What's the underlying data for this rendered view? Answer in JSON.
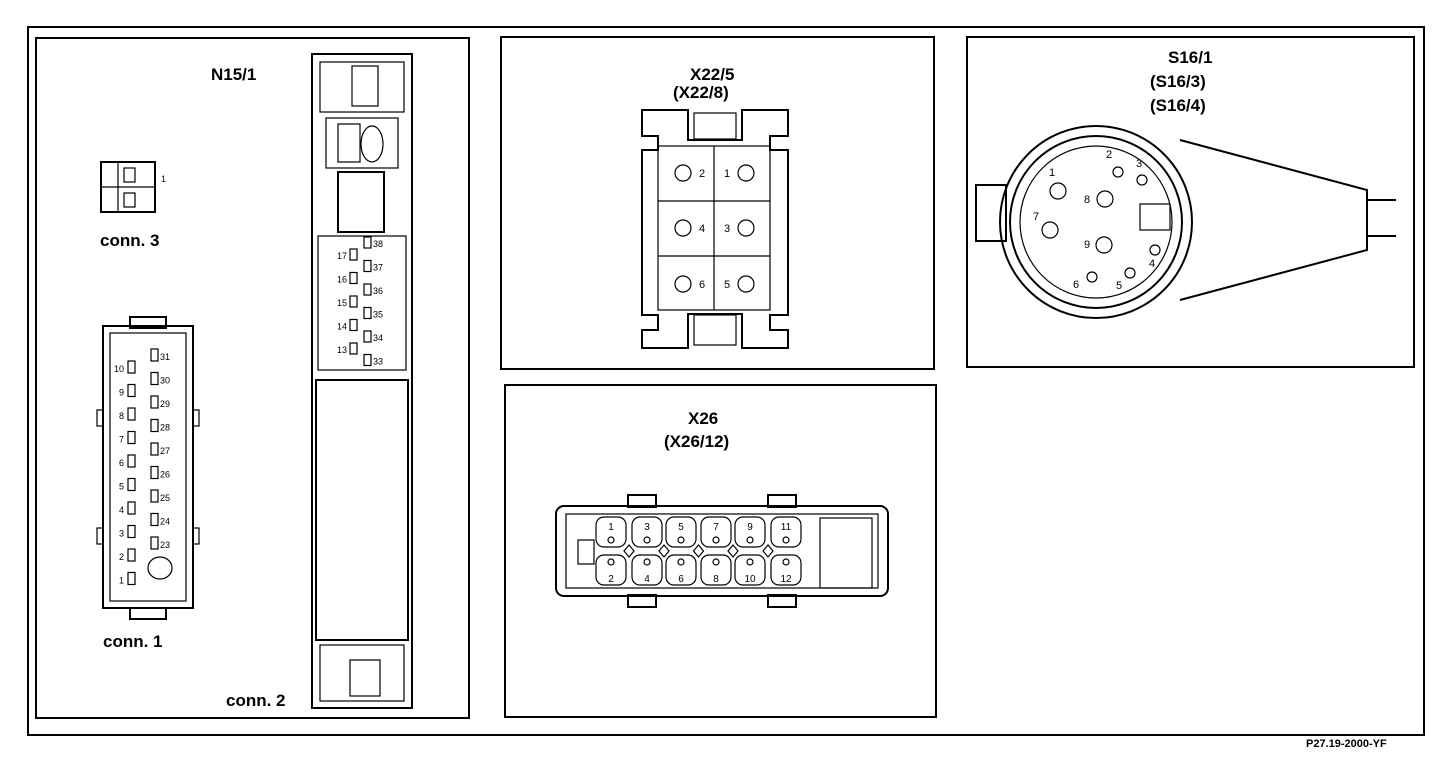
{
  "panels": {
    "n15": {
      "title": "N15/1",
      "conn1": "conn. 1",
      "conn2": "conn. 2",
      "conn3": "conn. 3",
      "conn1_left_pins": [
        "10",
        "9",
        "8",
        "7",
        "6",
        "5",
        "4",
        "3",
        "2",
        "1"
      ],
      "conn1_right_pins": [
        "31",
        "30",
        "29",
        "28",
        "27",
        "26",
        "25",
        "24",
        "23"
      ],
      "conn2_left_pins": [
        "17",
        "16",
        "15",
        "14",
        "13"
      ],
      "conn2_right_pins": [
        "38",
        "37",
        "36",
        "35",
        "34",
        "33"
      ],
      "conn3_pin": "1"
    },
    "x22": {
      "title": "X22/5",
      "subtitle": "(X22/8)",
      "pins": [
        "2",
        "1",
        "4",
        "3",
        "6",
        "5"
      ]
    },
    "s16": {
      "title": "S16/1",
      "subtitle1": "(S16/3)",
      "subtitle2": "(S16/4)",
      "pins": [
        "1",
        "2",
        "3",
        "4",
        "5",
        "6",
        "7",
        "8",
        "9"
      ]
    },
    "x26": {
      "title": "X26",
      "subtitle": "(X26/12)",
      "top_pins": [
        "1",
        "3",
        "5",
        "7",
        "9",
        "11"
      ],
      "bottom_pins": [
        "2",
        "4",
        "6",
        "8",
        "10",
        "12"
      ]
    }
  },
  "figure_code": "P27.19-2000-YF"
}
